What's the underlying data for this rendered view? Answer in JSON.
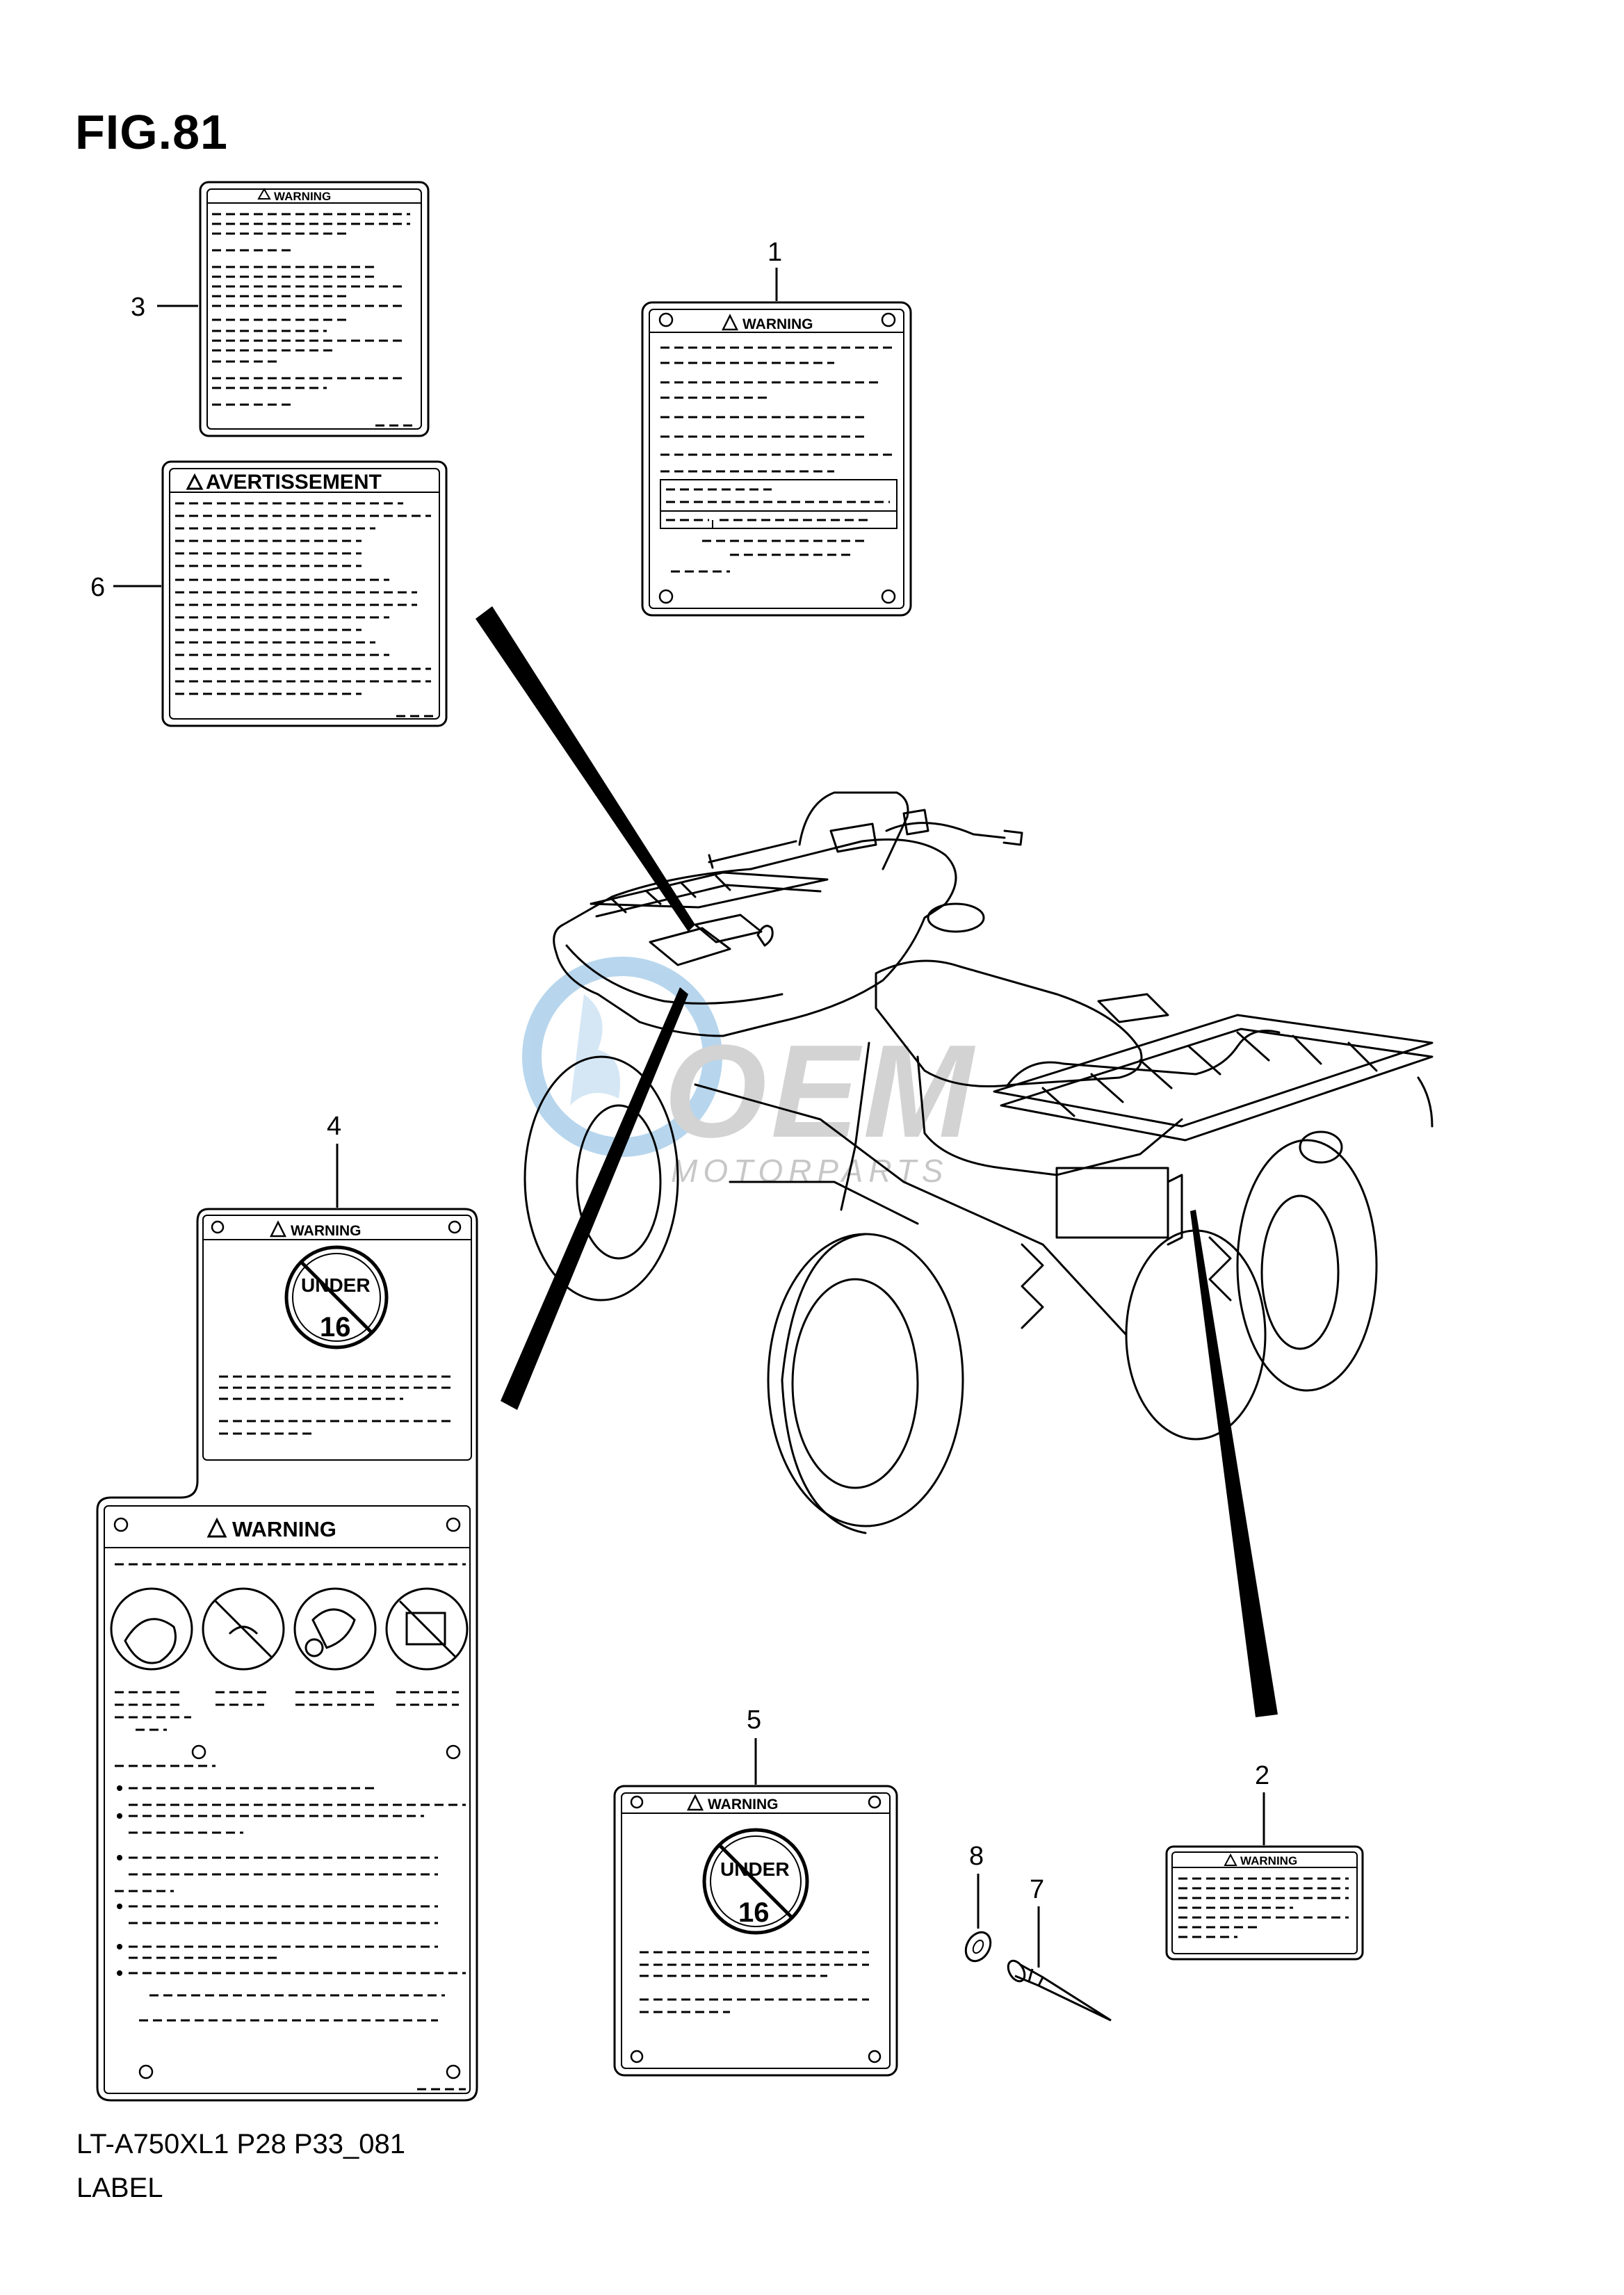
{
  "figure": {
    "title": "FIG.81"
  },
  "footer": {
    "model_code": "LT-A750XL1 P28 P33_081",
    "section_name": "LABEL"
  },
  "watermark": {
    "brand": "OEM",
    "tagline": "MOTORPARTS"
  },
  "callouts": {
    "c1": "1",
    "c2": "2",
    "c3": "3",
    "c4": "4",
    "c5": "5",
    "c6": "6",
    "c7": "7",
    "c8": "8"
  },
  "labels": {
    "warning": "WARNING",
    "avertissement": "AVERTISSEMENT",
    "age_badge_top": "UNDER",
    "age_badge_number": "16"
  },
  "colors": {
    "line": "#000000",
    "background": "#ffffff",
    "watermark": "#7eb6e0"
  }
}
